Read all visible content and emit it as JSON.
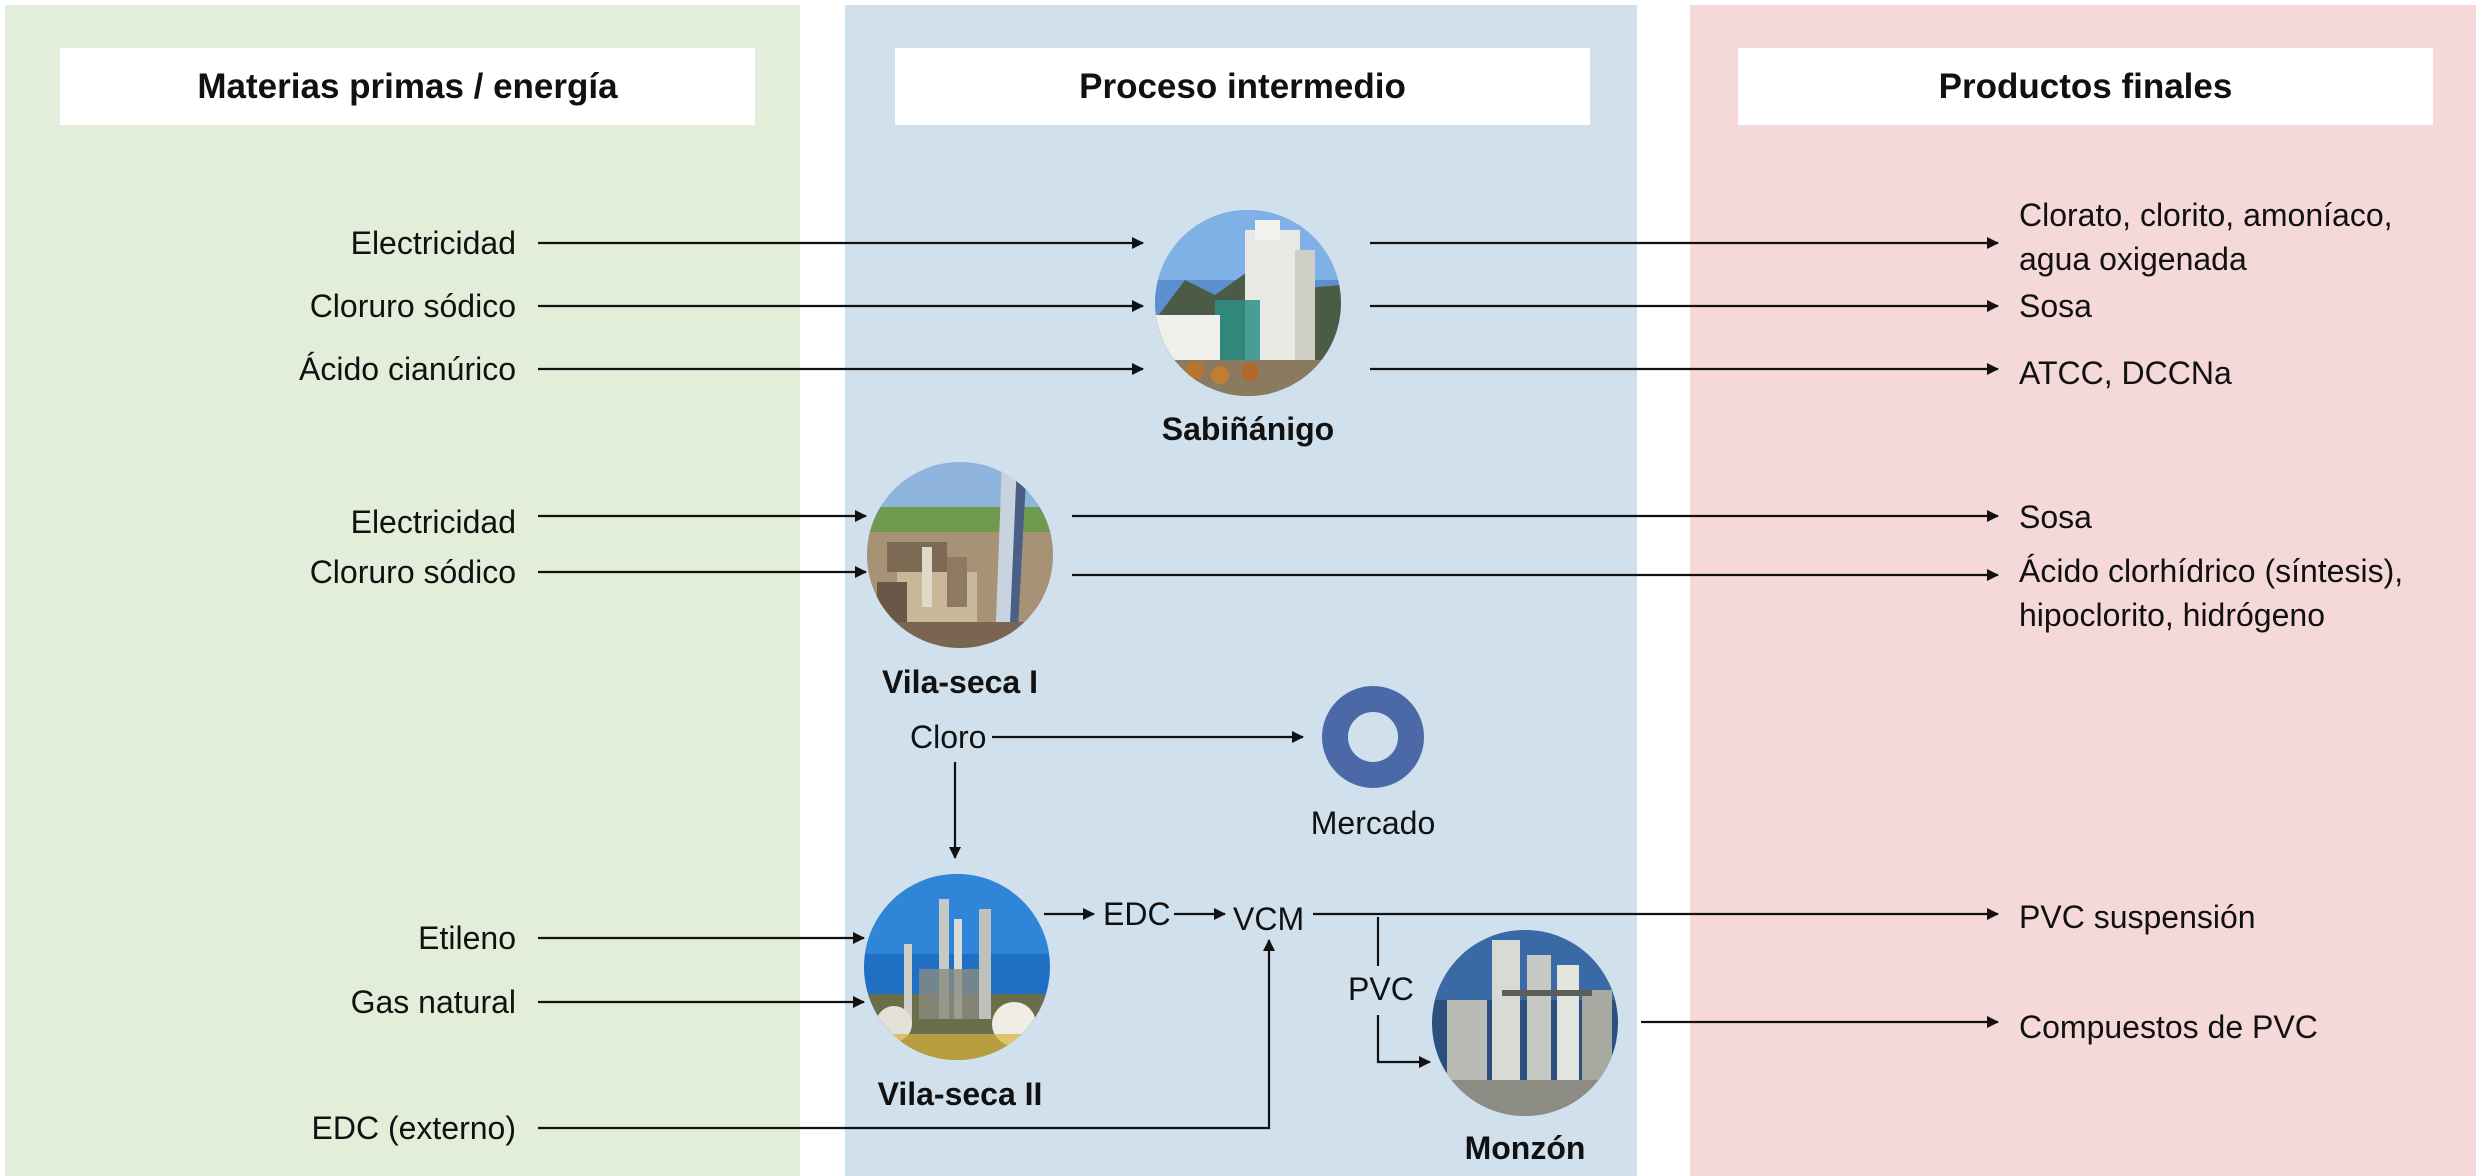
{
  "headers": {
    "raw": "Materias primas / energía",
    "intermediate": "Proceso intermedio",
    "final": "Productos finales"
  },
  "inputs": {
    "sabinanigo": [
      "Electricidad",
      "Cloruro sódico",
      "Ácido cianúrico"
    ],
    "vilaseca1": [
      "Electricidad",
      "Cloruro sódico"
    ],
    "vilaseca2": [
      "Etileno",
      "Gas natural"
    ],
    "edc_externo": "EDC (externo)"
  },
  "plants": {
    "sabinanigo": "Sabiñánigo",
    "vilaseca1": "Vila-seca I",
    "vilaseca2": "Vila-seca II",
    "monzon": "Monzón"
  },
  "intermediate": {
    "cloro": "Cloro",
    "mercado": "Mercado",
    "edc": "EDC",
    "vcm": "VCM",
    "pvc": "PVC"
  },
  "outputs": {
    "sabinanigo": [
      "Clorato, clorito, amoníaco, agua oxigenada",
      "Sosa",
      "ATCC, DCCNa"
    ],
    "vilaseca1": [
      "Sosa",
      "Ácido clorhídrico (síntesis), hipoclorito, hidrógeno"
    ],
    "vcm": "PVC suspensión",
    "monzon": "Compuestos de PVC"
  },
  "colors": {
    "raw_bg": "#e2eed9",
    "intermediate_bg": "#d0e0ec",
    "final_bg": "#f5d9d8",
    "mercado_ring": "#4a69a6"
  }
}
